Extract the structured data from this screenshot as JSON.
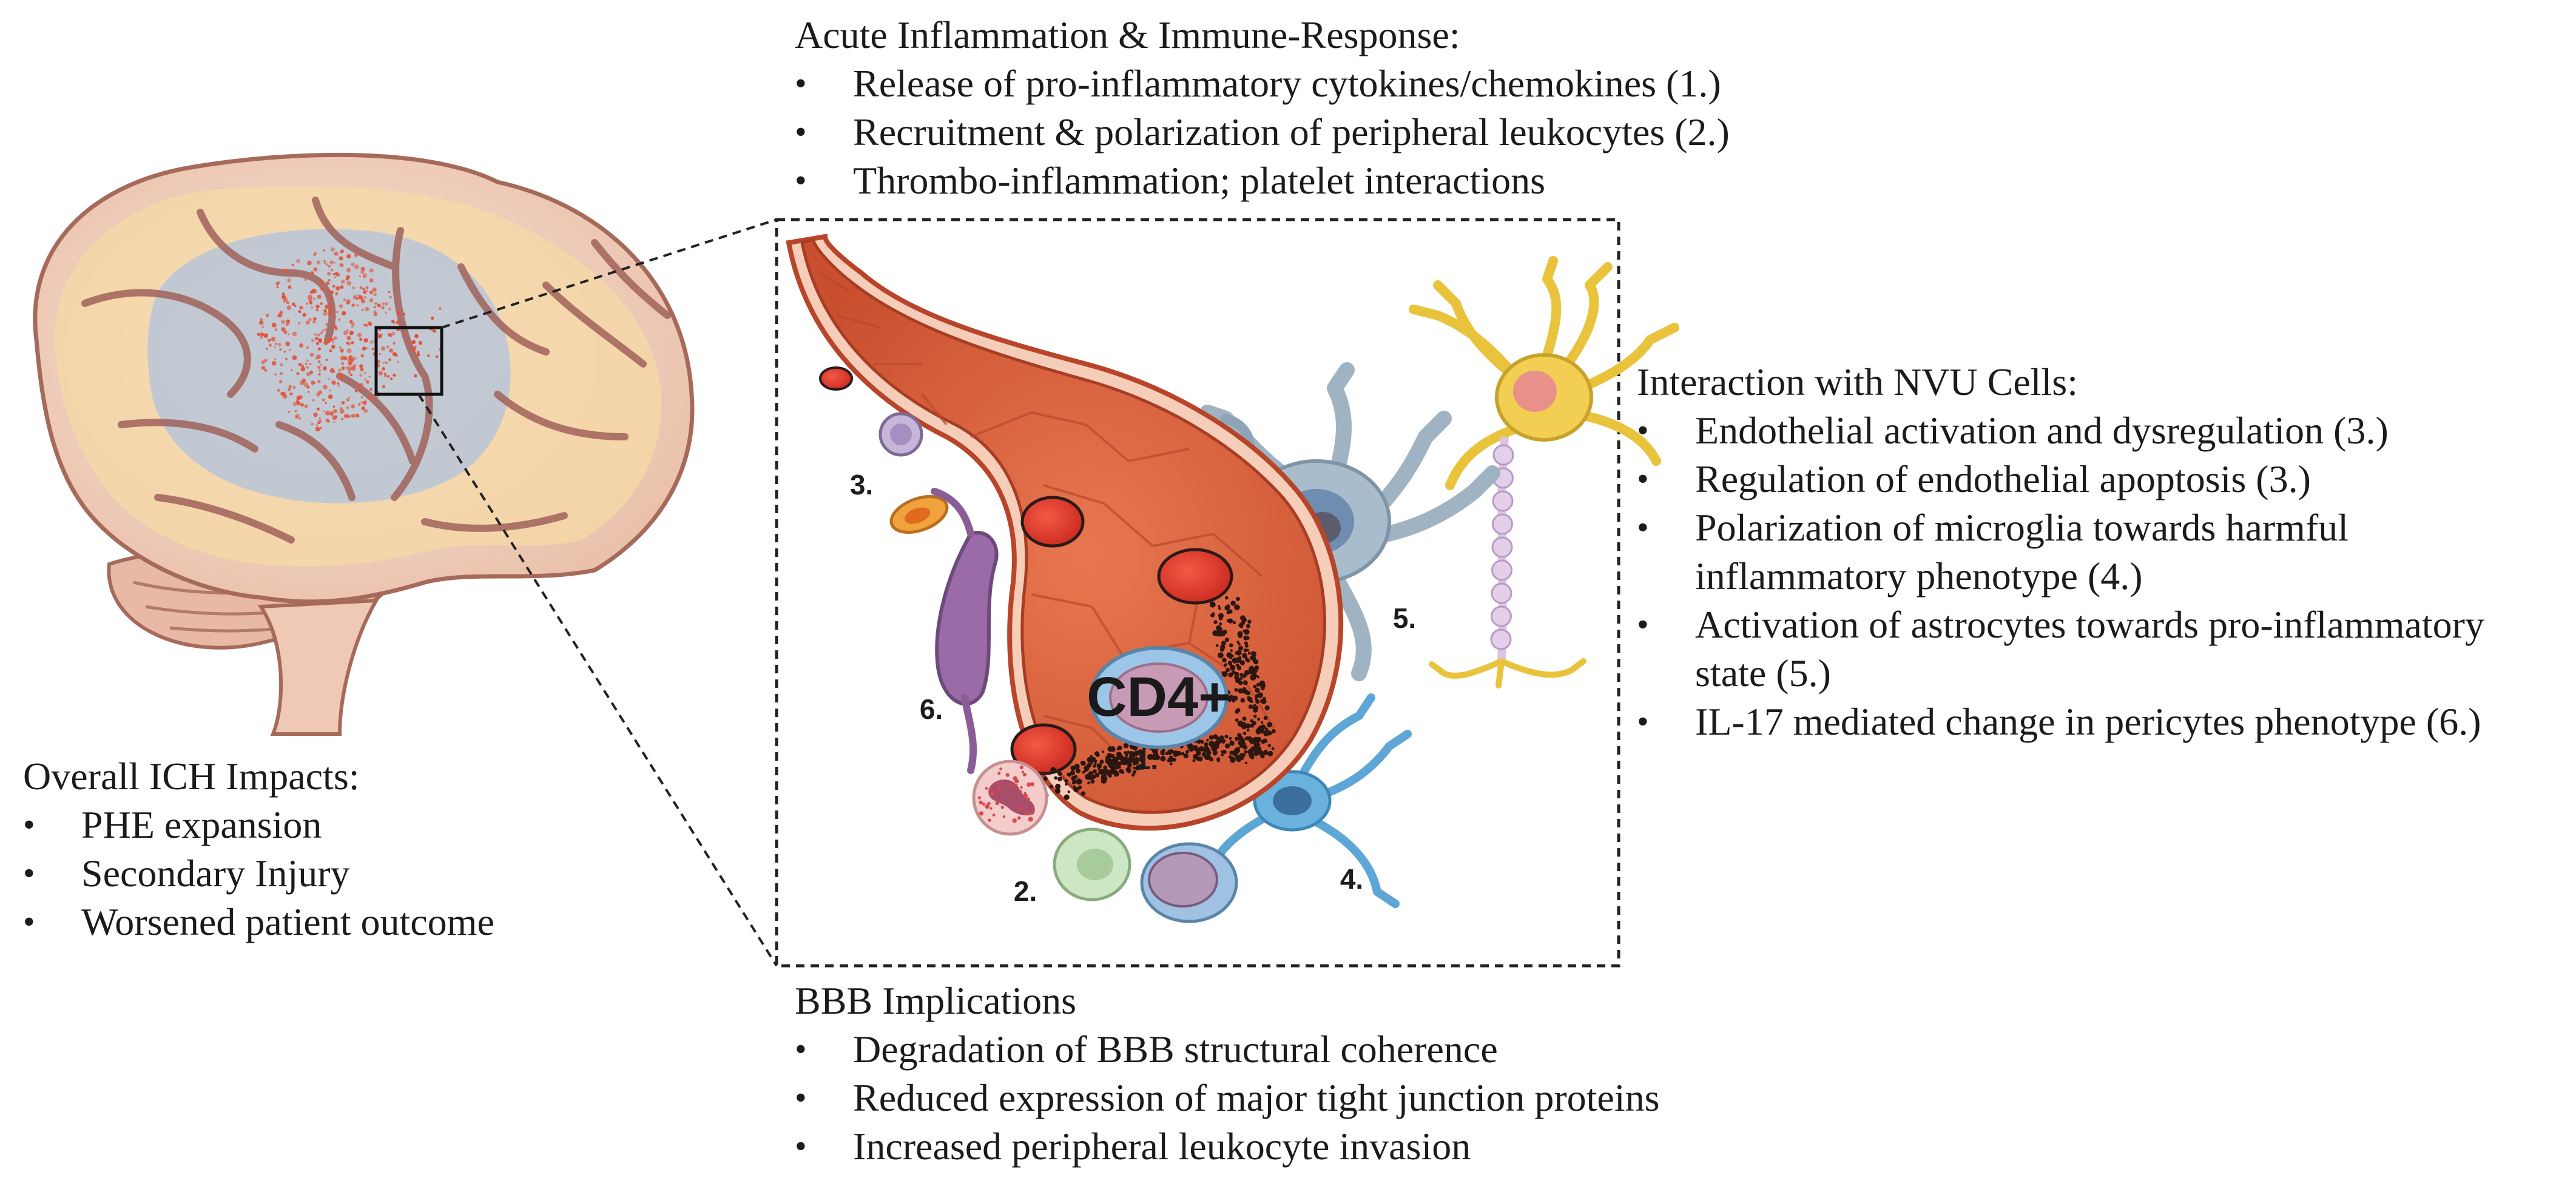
{
  "acute": {
    "title": "Acute Inflammation & Immune-Response:",
    "items": [
      "Release of pro-inflammatory cytokines/chemokines (1.)",
      "Recruitment & polarization of peripheral leukocytes (2.)",
      "Thrombo-inflammation; platelet interactions"
    ]
  },
  "nvu": {
    "title": "Interaction with NVU Cells:",
    "items": [
      {
        "line1": "Endothelial activation and dysregulation (3.)",
        "line2": ""
      },
      {
        "line1": "Regulation of endothelial apoptosis (3.)",
        "line2": ""
      },
      {
        "line1": "Polarization of microglia towards harmful",
        "line2": "inflammatory phenotype (4.)"
      },
      {
        "line1": "Activation of astrocytes towards pro-inflammatory",
        "line2": "state (5.)"
      },
      {
        "line1": "IL-17 mediated change in pericytes phenotype (6.)",
        "line2": ""
      }
    ]
  },
  "ich": {
    "title": "Overall ICH Impacts:",
    "items": [
      "PHE expansion",
      "Secondary Injury",
      "Worsened patient outcome"
    ]
  },
  "bbb": {
    "title": "BBB Implications",
    "items": [
      "Degradation of BBB structural coherence",
      "Reduced expression of major tight junction proteins",
      "Increased peripheral leukocyte invasion"
    ]
  },
  "bullet": "•",
  "diagram": {
    "cell_label": "CD4+",
    "markers": {
      "m1": "1.",
      "m2": "2.",
      "m3": "3.",
      "m4": "4.",
      "m5": "5.",
      "m6": "6."
    }
  },
  "colors": {
    "vessel": "#d9603a",
    "vessel_dark": "#b8452a",
    "vessel_wall": "#f4c6b0",
    "rbc": "#e1372c",
    "brain": "#f3d3c2",
    "brain_sulci": "#a8655a",
    "brain_region": "#c2cbd7",
    "lobe_yellow": "#f5d9a6",
    "astrocyte": "#a2b6c6",
    "microglia": "#5ea6d6",
    "neuron": "#f2cf52",
    "pericyte": "#9a6ba6",
    "neutrophil": "#f2c4c4",
    "monocyte": "#b5a6c6",
    "lymph": "#cde6c3",
    "cd4_outer": "#9cc6e8",
    "cd4_inner": "#c79ab6"
  }
}
